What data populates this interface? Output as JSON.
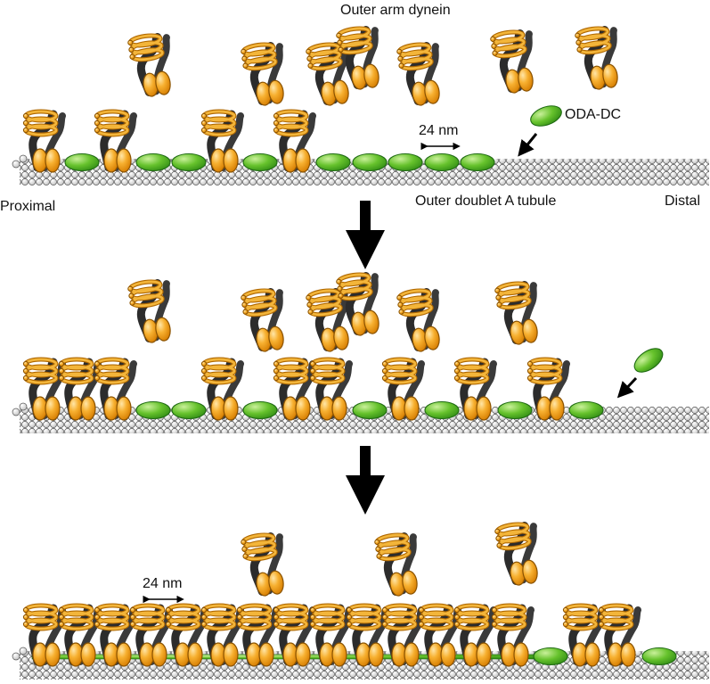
{
  "labels": {
    "title": "Outer arm dynein",
    "oda_dc": "ODA-DC",
    "spacing": "24 nm",
    "spacing_bottom": "24 nm",
    "proximal": "Proximal",
    "distal": "Distal",
    "tubule": "Outer doublet A tubule"
  },
  "colors": {
    "dynein_fill": "#f5a51e",
    "dynein_stroke": "#8a5200",
    "stalk": "#2c2c2c",
    "docking_fill": "#5cbf2a",
    "docking_stroke": "#1f6b12",
    "tubulin_fill": "#f4f4f4",
    "tubulin_stroke": "#555555",
    "arrow": "#000000"
  },
  "icons": [
    "outer-arm-dynein-icon",
    "oda-docking-complex-icon",
    "tubulin-subunit-icon",
    "down-arrow-icon"
  ]
}
